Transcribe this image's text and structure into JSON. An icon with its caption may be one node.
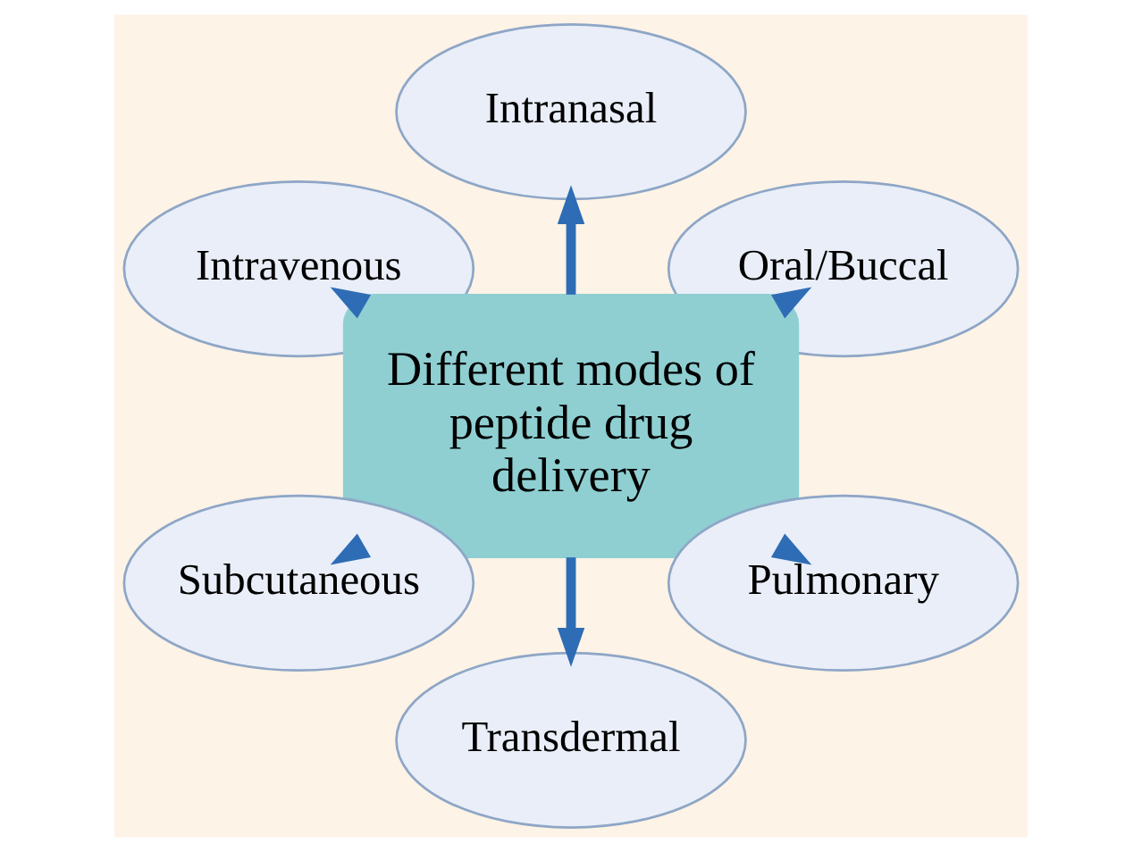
{
  "diagram": {
    "nodes": [
      {
        "text": [
          "Oral/Buccal"
        ]
      },
      {
        "text": [
          "Intranasal"
        ]
      },
      {
        "text": [
          "Intravenous"
        ]
      },
      {
        "text": [
          "Different modes of peptide drug delivery"
        ]
      },
      {
        "text": [
          "Subcutaneous"
        ]
      },
      {
        "text": [
          "Transdermal"
        ]
      },
      {
        "text": [
          "Pulmonary"
        ]
      }
    ],
    "edges": [
      {
        "from": 3,
        "to": 0,
        "arrow": "to"
      },
      {
        "from": 3,
        "to": 1,
        "arrow": "to"
      },
      {
        "from": 3,
        "to": 2,
        "arrow": "to"
      },
      {
        "from": 3,
        "to": 4,
        "arrow": "to"
      },
      {
        "from": 3,
        "to": 5,
        "arrow": "to"
      },
      {
        "from": 3,
        "to": 6,
        "arrow": "to"
      }
    ]
  }
}
